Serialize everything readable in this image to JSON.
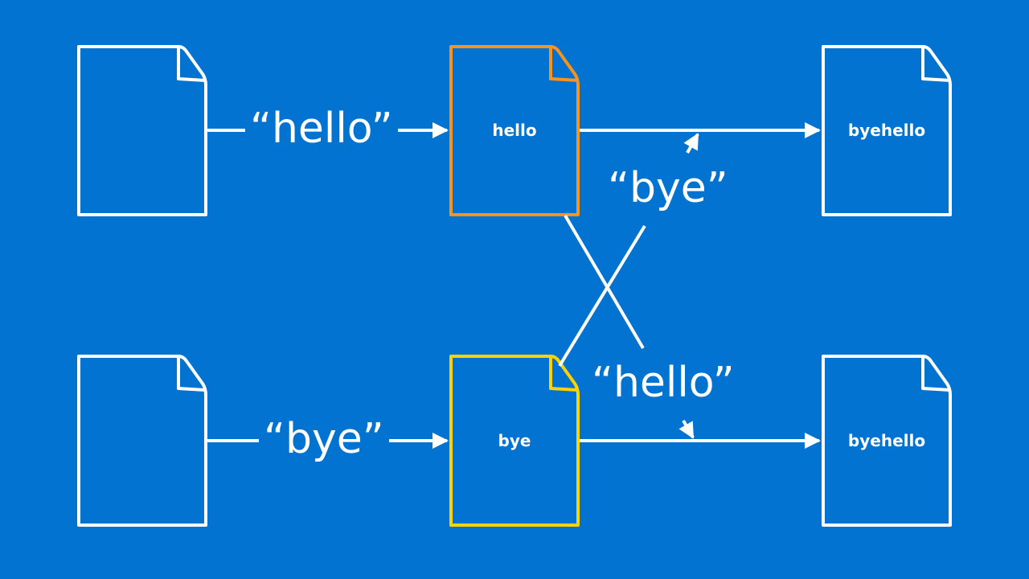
{
  "colors": {
    "background": "#0273d1",
    "stroke": "#ffffff",
    "replica_a_border": "#f7931e",
    "replica_b_border": "#ffd200"
  },
  "rows": [
    {
      "source_doc": {
        "label": ""
      },
      "op_label": "“hello”",
      "replica_doc": {
        "label": "hello",
        "border": "orange"
      },
      "result_doc": {
        "label": "byehello"
      }
    },
    {
      "source_doc": {
        "label": ""
      },
      "op_label": "“bye”",
      "replica_doc": {
        "label": "bye",
        "border": "yellow"
      },
      "result_doc": {
        "label": "byehello"
      }
    }
  ],
  "cross_labels": {
    "to_top": "“bye”",
    "to_bottom": "“hello”"
  }
}
